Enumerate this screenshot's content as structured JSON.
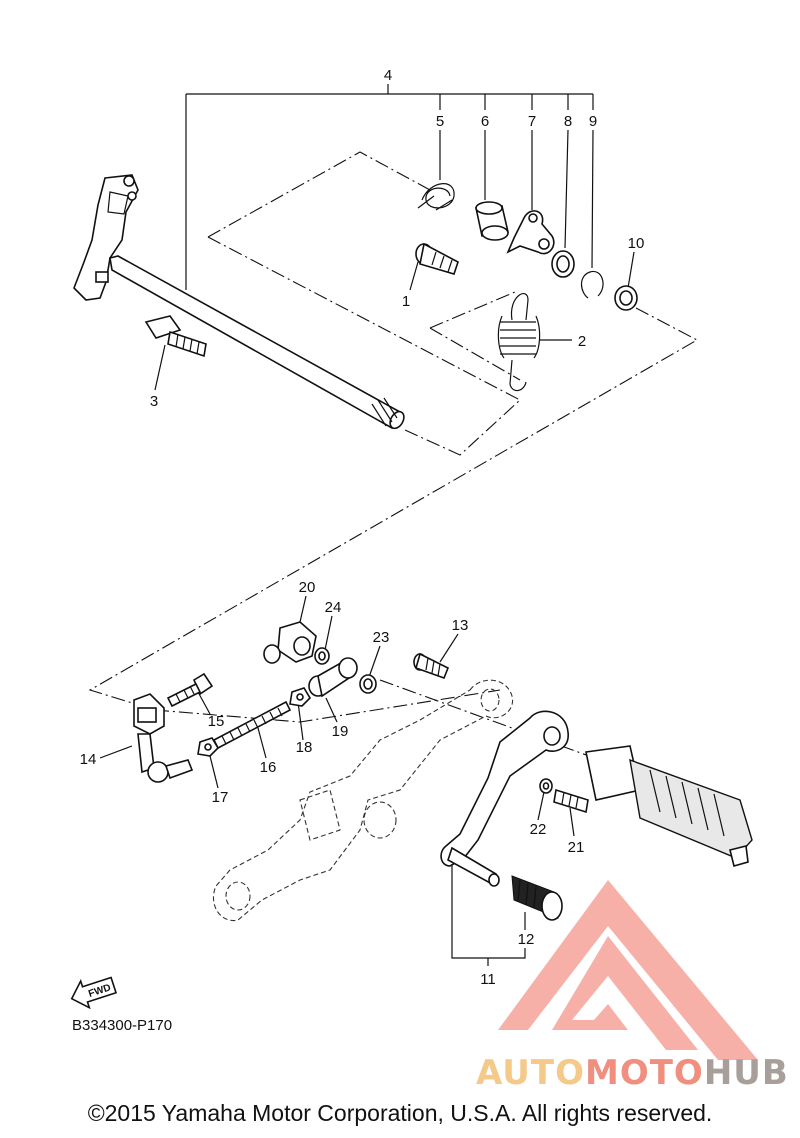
{
  "callouts": [
    {
      "id": "4",
      "label": "4"
    },
    {
      "id": "5",
      "label": "5"
    },
    {
      "id": "6",
      "label": "6"
    },
    {
      "id": "7",
      "label": "7"
    },
    {
      "id": "8",
      "label": "8"
    },
    {
      "id": "9",
      "label": "9"
    },
    {
      "id": "10",
      "label": "10"
    },
    {
      "id": "1",
      "label": "1"
    },
    {
      "id": "2",
      "label": "2"
    },
    {
      "id": "3",
      "label": "3"
    },
    {
      "id": "20",
      "label": "20"
    },
    {
      "id": "24",
      "label": "24"
    },
    {
      "id": "23",
      "label": "23"
    },
    {
      "id": "13",
      "label": "13"
    },
    {
      "id": "15",
      "label": "15"
    },
    {
      "id": "14",
      "label": "14"
    },
    {
      "id": "16",
      "label": "16"
    },
    {
      "id": "17",
      "label": "17"
    },
    {
      "id": "18",
      "label": "18"
    },
    {
      "id": "19",
      "label": "19"
    },
    {
      "id": "22",
      "label": "22"
    },
    {
      "id": "21",
      "label": "21"
    },
    {
      "id": "12",
      "label": "12"
    },
    {
      "id": "11",
      "label": "11"
    }
  ],
  "direction_badge": "FWD",
  "diagram_code": "B334300-P170",
  "copyright": "©2015 Yamaha Motor Corporation, U.S.A. All rights reserved.",
  "watermark": {
    "word_1": "AUTO",
    "word_2": "MOTO",
    "word_3": "HUB",
    "color_1": "#f4c98a",
    "color_2": "#f08f80",
    "color_3": "#a89f9a",
    "logo_color": "#f5a39a"
  }
}
